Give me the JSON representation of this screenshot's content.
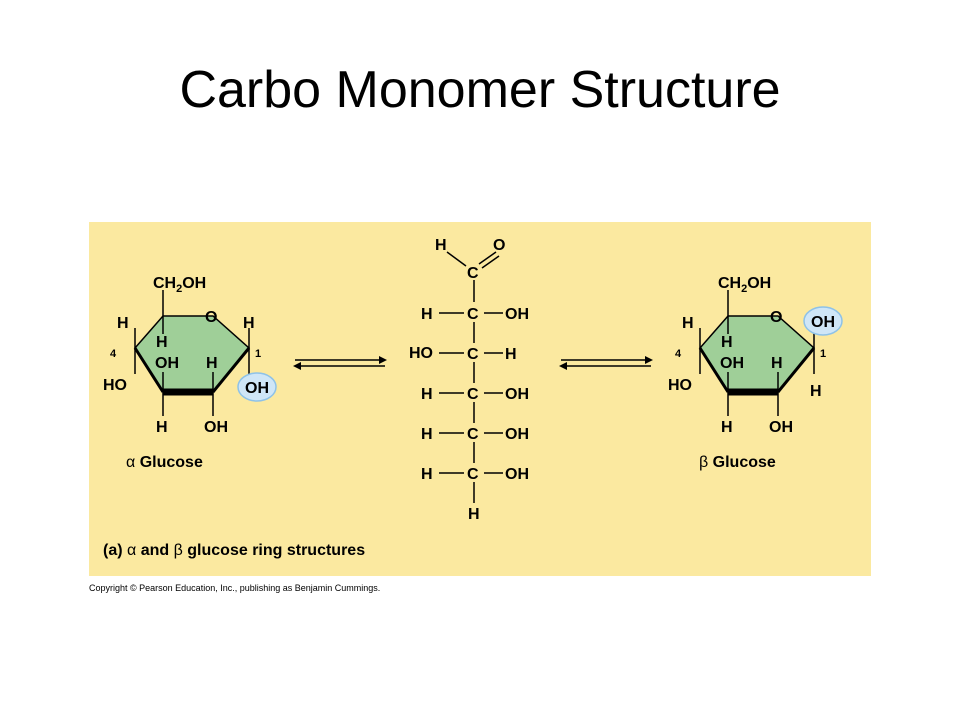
{
  "title": "Carbo Monomer Structure",
  "colors": {
    "panel_bg": "#fbe9a0",
    "ring_fill": "#9fcf98",
    "highlight": "#cfe6f7",
    "highlight_stroke": "#8ec2e8"
  },
  "alpha": {
    "ch2oh_ch": "CH",
    "ch2oh_sub": "2",
    "ch2oh_oh": "OH",
    "ring_o": "O",
    "h_topleft": "H",
    "h_topright": "H",
    "c4_label": "4",
    "c1_label": "1",
    "h_inner": "H",
    "oh_inner": "OH",
    "h_inner_right": "H",
    "ho_left": "HO",
    "oh_anomeric": "OH",
    "h_bottom": "H",
    "oh_bottom": "OH",
    "caption_symbol": "α",
    "caption_name": "Glucose"
  },
  "linear": {
    "top_h": "H",
    "top_o": "O",
    "c1": "C",
    "rows": [
      {
        "left": "H",
        "center": "C",
        "right": "OH"
      },
      {
        "left": "HO",
        "center": "C",
        "right": "H"
      },
      {
        "left": "H",
        "center": "C",
        "right": "OH"
      },
      {
        "left": "H",
        "center": "C",
        "right": "OH"
      },
      {
        "left": "H",
        "center": "C",
        "right": "OH"
      }
    ],
    "bottom_h": "H"
  },
  "beta": {
    "ch2oh_ch": "CH",
    "ch2oh_sub": "2",
    "ch2oh_oh": "OH",
    "ring_o": "O",
    "h_topleft": "H",
    "oh_anomeric": "OH",
    "c4_label": "4",
    "c1_label": "1",
    "h_inner": "H",
    "oh_inner": "OH",
    "h_inner_right": "H",
    "ho_left": "HO",
    "h_right": "H",
    "h_bottom": "H",
    "oh_bottom": "OH",
    "caption_symbol": "β",
    "caption_name": "Glucose"
  },
  "caption": {
    "part": "(a)",
    "alpha_symbol": "α",
    "and": "and",
    "beta_symbol": "β",
    "text": "glucose ring structures"
  },
  "copyright": "Copyright © Pearson Education, Inc., publishing as Benjamin Cummings."
}
